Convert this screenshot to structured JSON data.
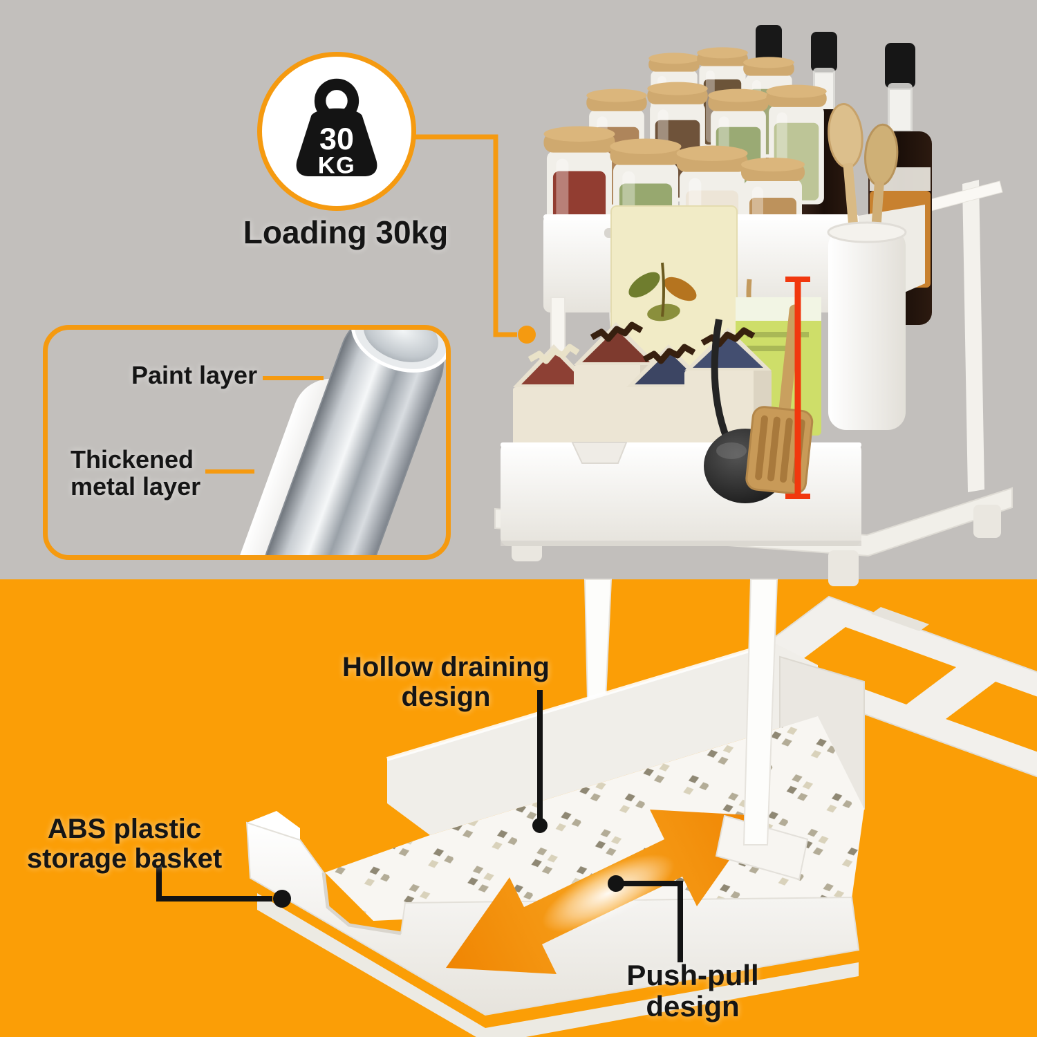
{
  "colors": {
    "top_bg": "#c2bfbc",
    "bottom_bg": "#fb9e06",
    "accent_orange": "#f59a10",
    "label_black": "#151515",
    "red_line": "#f1380e",
    "arrow_orange": "#f08502"
  },
  "load_badge": {
    "value": "30",
    "unit": "KG",
    "caption": "Loading 30kg"
  },
  "callout": {
    "paint_label": "Paint layer",
    "metal_label": "Thickened metal layer"
  },
  "bottom_labels": {
    "hollow": "Hollow draining design",
    "abs": "ABS plastic storage basket",
    "push_pull": "Push-pull design"
  }
}
